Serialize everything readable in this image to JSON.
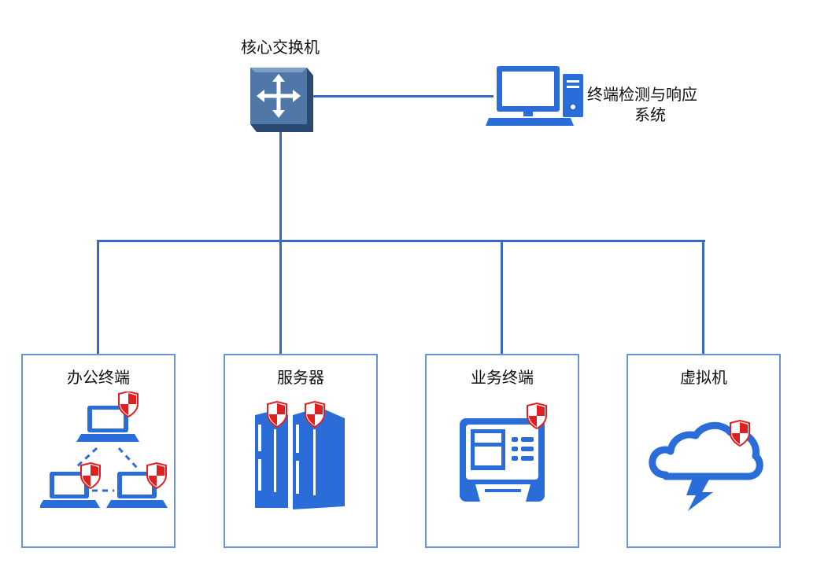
{
  "core_switch": {
    "label": "核心交换机",
    "icon": "router-switch-icon"
  },
  "edr": {
    "label_line1": "终端检测与响应",
    "label_line2": "系统",
    "icon": "desktop-computer-icon"
  },
  "boxes": [
    {
      "title": "办公终端",
      "icon": "office-laptops-icon"
    },
    {
      "title": "服务器",
      "icon": "server-rack-icon"
    },
    {
      "title": "业务终端",
      "icon": "kiosk-terminal-icon"
    },
    {
      "title": "虚拟机",
      "icon": "cloud-lightning-icon"
    }
  ],
  "colors": {
    "line": "#3a68c4",
    "box_border": "#6b93d6",
    "icon_blue": "#2a6dd9",
    "shield_red": "#e02020"
  }
}
